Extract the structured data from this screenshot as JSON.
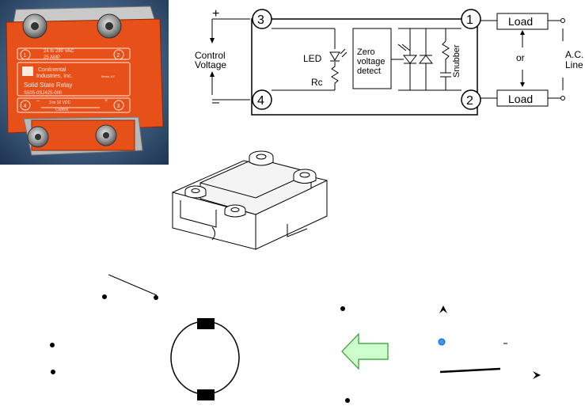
{
  "relay_photo": {
    "line1": "24 to 280    VAC",
    "line2": "25 AMP",
    "brand1": "Continental",
    "brand2": "Industries, Inc.",
    "brand_small": "Mesa, AZ",
    "type": "Solid State Relay",
    "part": "S505-0SJ425-000",
    "control_range": "3 to 32 VDC",
    "control_label": "Control",
    "t1": "1",
    "t2": "2",
    "t3": "3",
    "t4": "4",
    "plus": "+",
    "minus": "–"
  },
  "schematic": {
    "term3": "3",
    "term4": "4",
    "term1": "1",
    "term2": "2",
    "plus": "+",
    "minus": "–",
    "control_voltage": [
      "Control",
      "Voltage"
    ],
    "led": "LED",
    "rc": "Rc",
    "zero_voltage": [
      "Zero",
      "voltage",
      "detect"
    ],
    "snubber": "Snubber",
    "load_top": "Load",
    "load_bottom": "Load",
    "or": "or",
    "ac_line": [
      "A.C.",
      "Line"
    ]
  },
  "colors": {
    "relay_orange": "#e8501a",
    "photo_bg": "#2c4a6c",
    "arrow_fill": "#ccffcc",
    "arrow_stroke": "#339933",
    "dot_blue": "#3399ff"
  }
}
